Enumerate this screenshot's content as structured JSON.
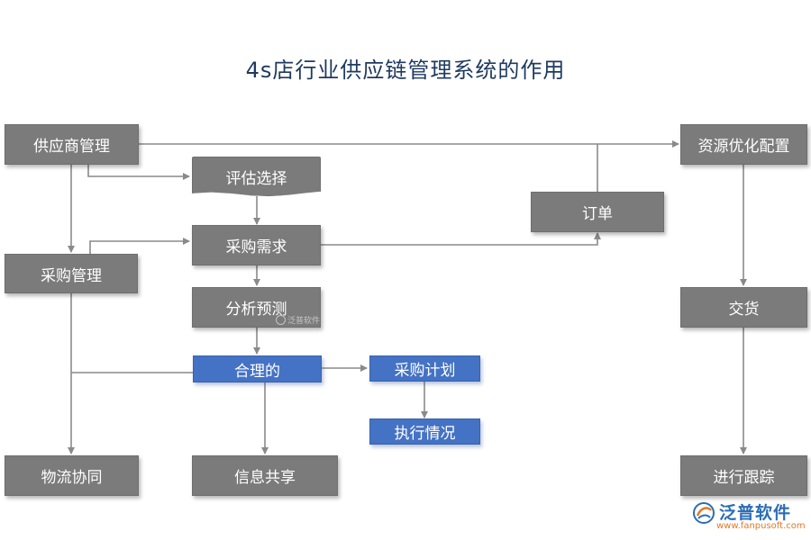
{
  "title": "4s店行业供应链管理系统的作用",
  "nodes": {
    "supplier_mgmt": "供应商管理",
    "evaluate_select": "评估选择",
    "resource_optimize": "资源优化配置",
    "order": "订单",
    "purchase_demand": "采购需求",
    "purchase_mgmt": "采购管理",
    "analysis_forecast": "分析预测",
    "delivery": "交货",
    "reasonable": "合理的",
    "purchase_plan": "采购计划",
    "execution_status": "执行情况",
    "logistics_collab": "物流协同",
    "info_sharing": "信息共享",
    "tracking": "进行跟踪"
  },
  "watermark": "泛普软件",
  "logo": {
    "name": "泛普软件",
    "url": "www.fanpusoft.com"
  },
  "colors": {
    "gray_node": "#7b7b7b",
    "blue_node": "#4472c4",
    "edge": "#8a8a8a",
    "title": "#1f3a5f"
  }
}
